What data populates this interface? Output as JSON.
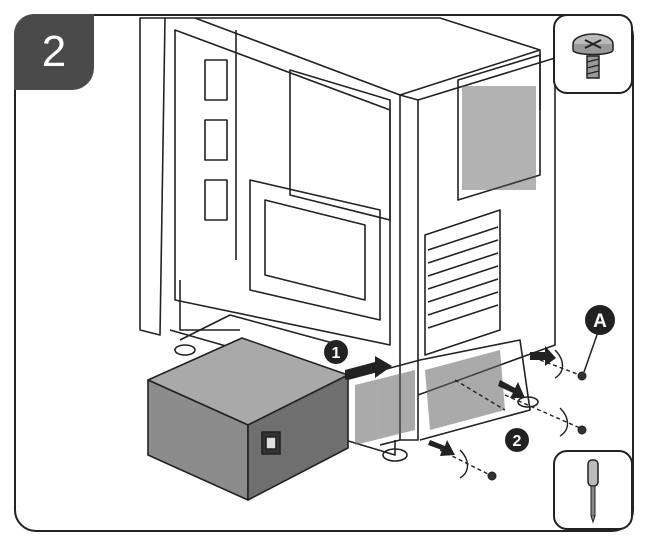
{
  "step": {
    "number": "2"
  },
  "callouts": {
    "one": "1",
    "two": "2",
    "a": "A"
  },
  "icons": {
    "top_right": "screw-icon",
    "bottom_right": "screwdriver-icon"
  },
  "colors": {
    "step_tab": "#4a4a4a",
    "psu_front": "#8c8c8c",
    "psu_top": "#a9a9a9",
    "psu_side": "#6f6f6f",
    "line": "#222222"
  }
}
